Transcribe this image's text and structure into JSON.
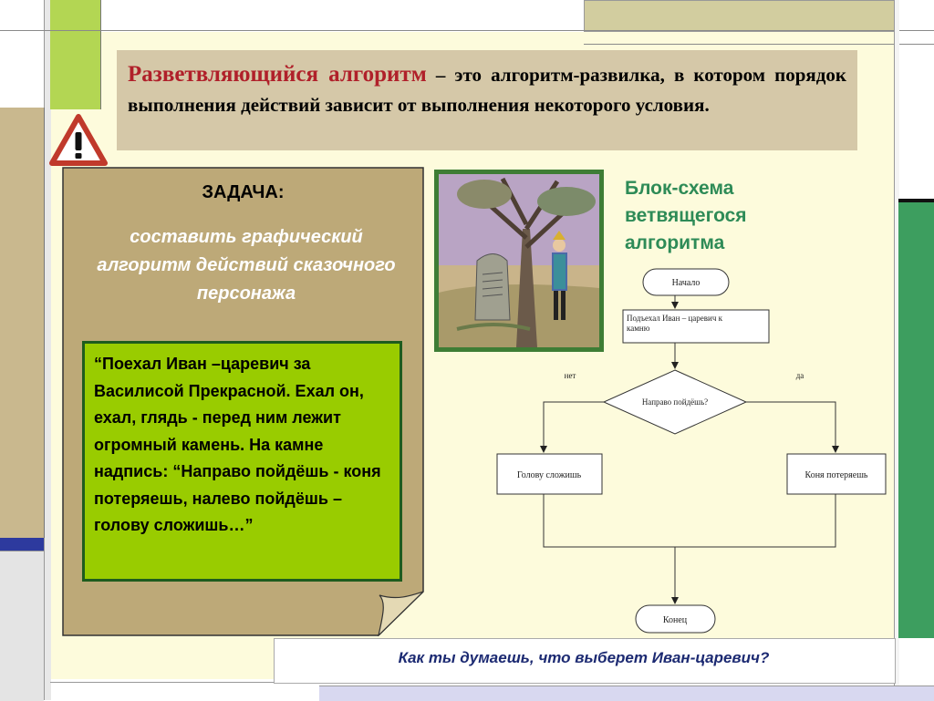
{
  "definition": {
    "term": "Разветвляющийся алгоритм",
    "text": " – это алгоритм-развилка, в котором порядок выполнения действий зависит от выполнения некоторого условия."
  },
  "task": {
    "title": "ЗАДАЧА:",
    "text": "составить графический алгоритм действий сказочного персонажа"
  },
  "story": "“Поехал Иван –царевич за Василисой Прекрасной. Ехал он, ехал, глядь - перед ним лежит огромный камень. На камне надпись: “Направо пойдёшь - коня потеряешь, налево пойдёшь – голову сложишь…”",
  "flowchart": {
    "title": "Блок-схема ветвящегося алгоритма",
    "start": "Начало",
    "action": "Подъехал Иван – царевич к камню",
    "condition": "Направо пойдёшь?",
    "no_label": "нет",
    "yes_label": "да",
    "left_branch": "Голову сложишь",
    "right_branch": "Коня потеряешь",
    "end": "Конец"
  },
  "question": "Как ты думаешь, что выберет Иван-царевич?",
  "colors": {
    "term_red": "#b0202a",
    "flow_title_green": "#2e8b57",
    "story_green": "#99cc00",
    "note_tan": "#bda978",
    "question_navy": "#1c2a72"
  },
  "icons": [
    "warning-icon",
    "illustration-ivan-at-stone"
  ]
}
